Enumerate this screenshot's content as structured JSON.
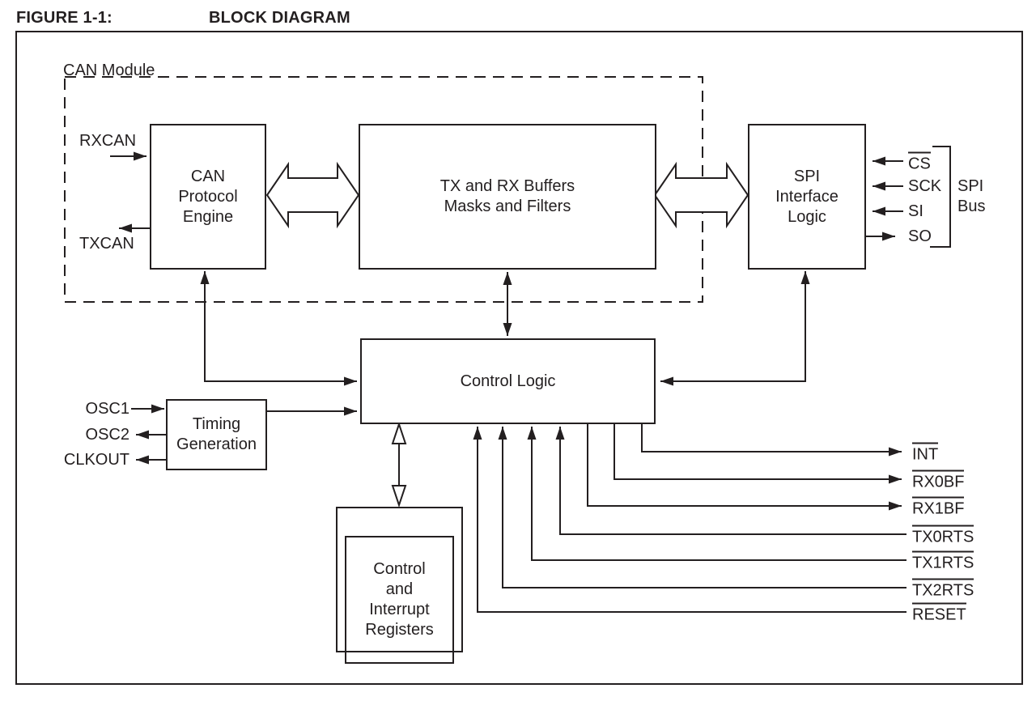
{
  "figure": {
    "label": "FIGURE 1-1:",
    "title": "BLOCK DIAGRAM"
  },
  "can_module": {
    "label": "CAN Module"
  },
  "blocks": {
    "can_protocol_engine": "CAN\nProtocol\nEngine",
    "tx_rx_buffers": "TX and RX Buffers\nMasks and Filters",
    "spi_interface_logic": "SPI\nInterface\nLogic",
    "control_logic": "Control Logic",
    "timing_generation": "Timing\nGeneration",
    "control_interrupt_registers": "Control\nand\nInterrupt\nRegisters"
  },
  "signals": {
    "rxcan": "RXCAN",
    "txcan": "TXCAN",
    "osc1": "OSC1",
    "osc2": "OSC2",
    "clkout": "CLKOUT",
    "spi_bus": {
      "cs": "CS",
      "sck": "SCK",
      "si": "SI",
      "so": "SO",
      "group_label": "SPI\nBus"
    },
    "right": {
      "int": "INT",
      "rx0bf": "RX0BF",
      "rx1bf": "RX1BF",
      "tx0rts": "TX0RTS",
      "tx1rts": "TX1RTS",
      "tx2rts": "TX2RTS",
      "reset": "RESET"
    }
  },
  "colors": {
    "line": "#231f20",
    "background": "#ffffff"
  }
}
